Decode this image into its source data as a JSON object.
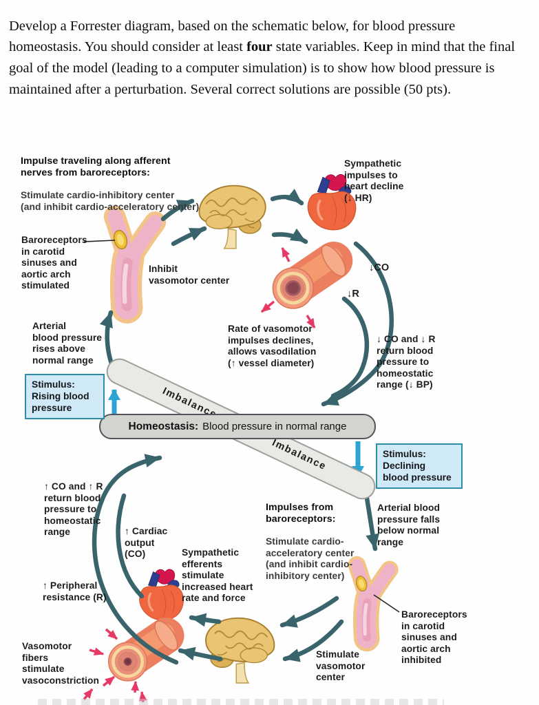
{
  "question": {
    "before_bold": "Develop a Forrester diagram, based on the schematic below, for blood pressure homeostasis. You should consider at least ",
    "bold_word": "four",
    "after_bold": " state variables. Keep in mind that the final goal of the model (leading to a computer simulation) is to show how blood pressure is maintained after a perturbation. Several correct solutions are possible (50 pts)."
  },
  "diagram": {
    "imbalance_label": "Imbalance",
    "homeostasis_title": "Homeostasis:",
    "homeostasis_text": "Blood pressure in normal range",
    "labels": {
      "afferent_header": "Impulse traveling along afferent\nnerves from baroreceptors:",
      "afferent_sub": "Stimulate cardio-inhibitory center\n(and inhibit cardio-acceleratory center)",
      "sympathetic_decline": "Sympathetic\nimpulses to\nheart decline\n(↓ HR)",
      "baroreceptors_stimulated": "Baroreceptors\nin carotid\nsinuses and\naortic arch\nstimulated",
      "inhibit_vasomotor": "Inhibit\nvasomotor center",
      "co_down": "↓CO",
      "r_down": "↓R",
      "rate_vasomotor": "Rate of vasomotor\nimpulses declines,\nallows vasodilation\n(↑ vessel diameter)",
      "co_r_return_down": "↓ CO and ↓ R\nreturn blood\npressure to\nhomeostatic\nrange (↓ BP)",
      "arterial_rises": "Arterial\nblood pressure\nrises above\nnormal range",
      "stimulus_rising": "Stimulus:\nRising blood\npressure",
      "stimulus_declining": "Stimulus:\nDeclining\nblood pressure",
      "co_r_return_up": "↑ CO and ↑ R\nreturn blood\npressure to\nhomeostatic\nrange",
      "cardiac_output_up": "↑ Cardiac\noutput\n(CO)",
      "sympathetic_efferents": "Sympathetic\nefferents\nstimulate\nincreased heart\nrate and force",
      "impulses_baro_header": "Impulses from\nbaroreceptors:",
      "impulses_baro_sub": "Stimulate cardio-\nacceleratory center\n(and inhibit cardio-\ninhibitory center)",
      "arterial_falls": "Arterial blood\npressure falls\nbelow normal\nrange",
      "peripheral_resistance_up": "↑ Peripheral\nresistance (R)",
      "baroreceptors_inhibited": "Baroreceptors\nin carotid\nsinuses and\naortic arch\ninhibited",
      "stimulate_vasomotor": "Stimulate\nvasomotor\ncenter",
      "vasomotor_fibers": "Vasomotor\nfibers\nstimulate\nvasoconstriction"
    },
    "colors": {
      "feedback_arrow": "#3a646c",
      "stimulus_arrow": "#2ba3d4",
      "vasomotor_arrow": "#e63a64",
      "stimulus_box_fill": "#cfeaf6",
      "stimulus_box_border": "#2f8ca6",
      "homeostasis_pill_fill": "#d2d4cf",
      "imbalance_pill_fill": "#e9eae5"
    }
  }
}
